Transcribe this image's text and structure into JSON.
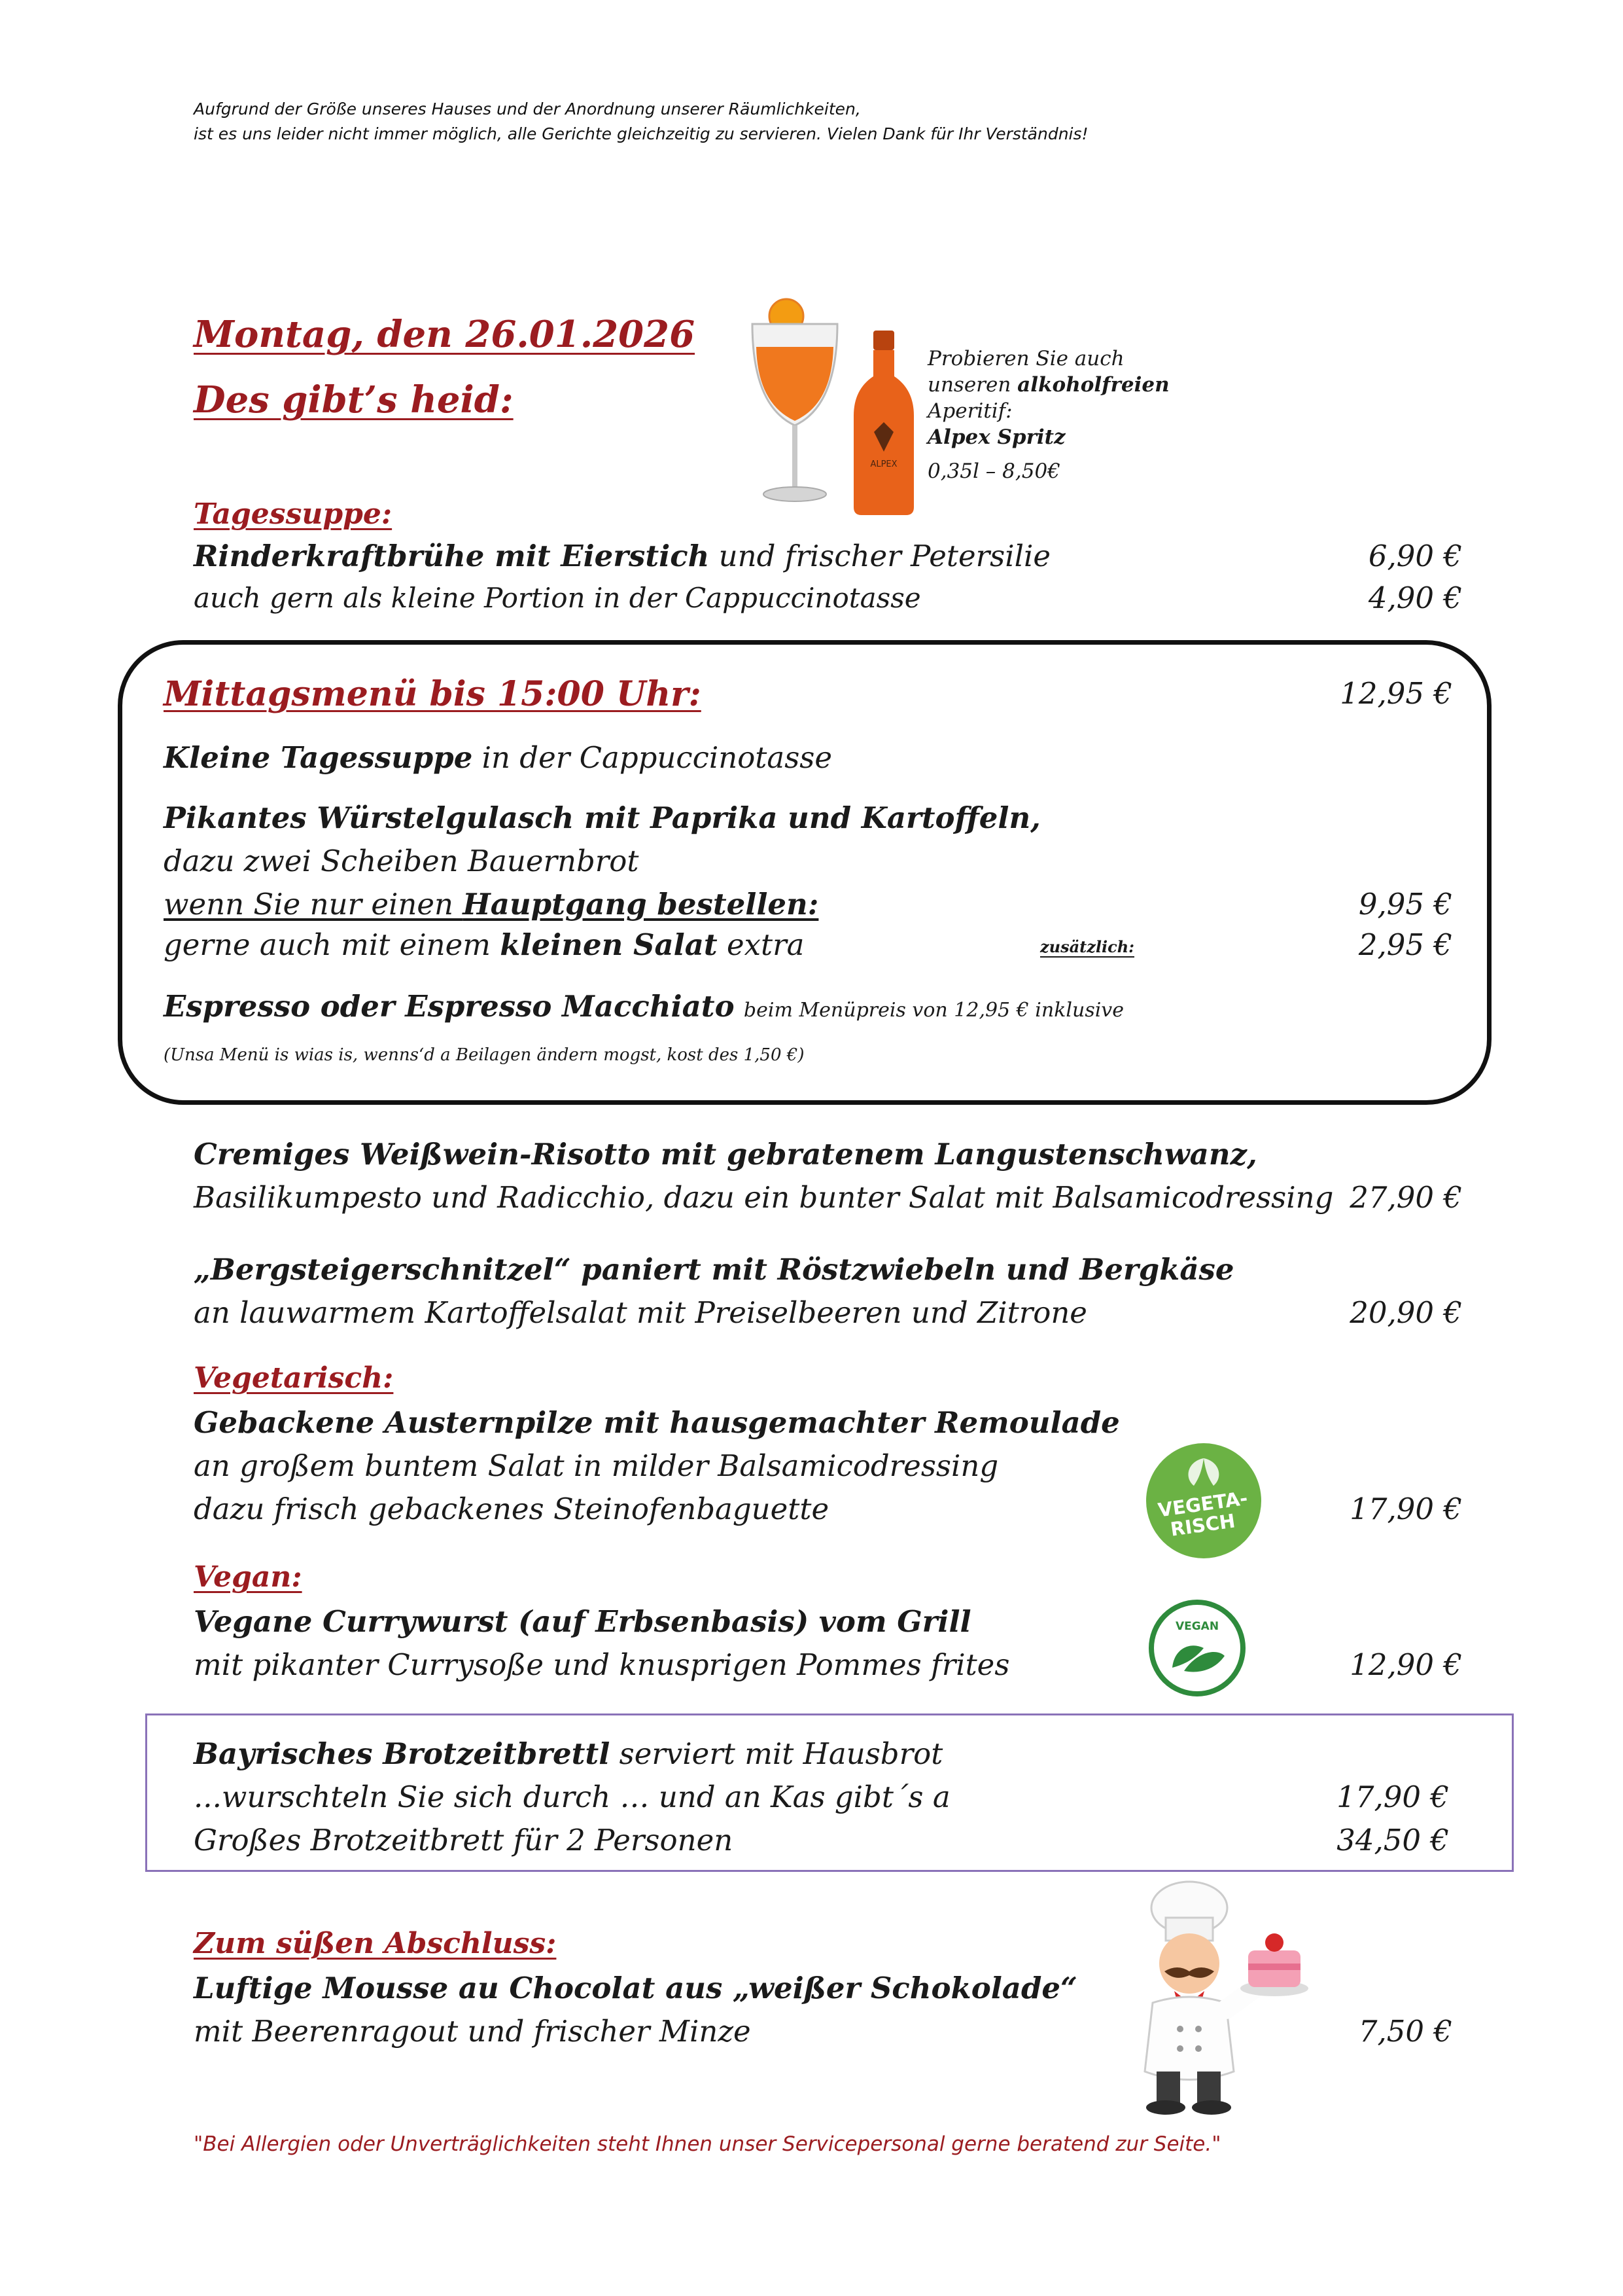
{
  "notice": {
    "line1": "Aufgrund der Größe unseres Hauses und der Anordnung unserer Räumlichkeiten,",
    "line2": "ist es uns leider nicht immer möglich, alle Gerichte gleichzeitig zu servieren.  Vielen Dank für Ihr Verständnis!"
  },
  "header": {
    "date": "Montag, den 26.01.2026",
    "subtitle": "Des gibt’s heid:"
  },
  "promo": {
    "line1": "Probieren Sie auch",
    "line2_pre": "unseren ",
    "line2_bold": "alkoholfreien",
    "line3": "Aperitif:",
    "product": "Alpex Spritz",
    "bottle_label": "ALPEX",
    "price": "0,35l – 8,50€"
  },
  "soup": {
    "heading": "Tagessuppe:",
    "name_bold": "Rinderkraftbrühe mit Eierstich",
    "name_rest": " und frischer Petersilie",
    "price": "6,90 €",
    "small_text": "auch gern als kleine Portion in der Cappuccinotasse",
    "small_price": "4,90 €"
  },
  "lunch": {
    "heading": "Mittagsmenü bis 15:00 Uhr:",
    "price": "12,95 €",
    "soup_bold": "Kleine Tagessuppe",
    "soup_rest": " in der Cappuccinotasse",
    "main_bold": "Pikantes Würstelgulasch mit Paprika und Kartoffeln,",
    "main_sub": "dazu zwei Scheiben Bauernbrot",
    "only_pre": "wenn Sie nur einen ",
    "only_bold": "Hauptgang bestellen:",
    "only_price": "9,95 €",
    "salad_pre": "gerne auch mit einem ",
    "salad_bold": "kleinen Salat",
    "salad_post": " extra",
    "extra_label": "zusätzlich:",
    "salad_price": "2,95 €",
    "coffee_bold": "Espresso oder Espresso Macchiato",
    "coffee_note": "beim Menüpreis von 12,95 € inklusive",
    "footnote": "(Unsa Menü is wias is, wenns‘d a Beilagen ändern mogst, kost des 1,50 €)"
  },
  "dishes": [
    {
      "title": "Cremiges Weißwein-Risotto mit gebratenem Langustenschwanz,",
      "desc": "Basilikumpesto und Radicchio, dazu ein bunter Salat mit Balsamicodressing",
      "price": "27,90 €"
    },
    {
      "title": "„Bergsteigerschnitzel“ paniert mit Röstzwiebeln und Bergkäse",
      "desc": "an lauwarmem Kartoffelsalat mit Preiselbeeren und Zitrone",
      "price": "20,90 €"
    }
  ],
  "vegetarian": {
    "heading": "Vegetarisch:",
    "title": "Gebackene Austernpilze mit hausgemachter Remoulade",
    "desc1": "an großem buntem Salat in milder Balsamicodressing",
    "desc2": "dazu frisch gebackenes Steinofenbaguette",
    "price": "17,90 €",
    "badge_line1": "VEGETA-",
    "badge_line2": "RISCH"
  },
  "vegan": {
    "heading": "Vegan:",
    "title": "Vegane Currywurst (auf Erbsenbasis) vom Grill",
    "desc": "mit pikanter Currysoße und knusprigen Pommes frites",
    "price": "12,90 €",
    "badge": "VEGAN"
  },
  "brotzeit": {
    "title_bold": "Bayrisches Brotzeitbrettl",
    "title_rest": " serviert mit Hausbrot",
    "line2": "...wurschteln Sie sich durch … und an Kas gibt´s a",
    "price1": "17,90 €",
    "line3": "Großes Brotzeitbrett für 2 Personen",
    "price2": "34,50 €"
  },
  "dessert": {
    "heading": "Zum süßen Abschluss:",
    "title": "Luftige Mousse au Chocolat aus „weißer Schokolade“",
    "desc": "mit Beerenragout und frischer Minze",
    "price": "7,50 €"
  },
  "allergy": "\"Bei Allergien oder Unverträglichkeiten steht Ihnen unser Servicepersonal gerne beratend zur Seite.\"",
  "colors": {
    "accent_red": "#9b1c20",
    "frame_purple": "#8a72b8",
    "vegan_green": "#2e8b3c"
  }
}
